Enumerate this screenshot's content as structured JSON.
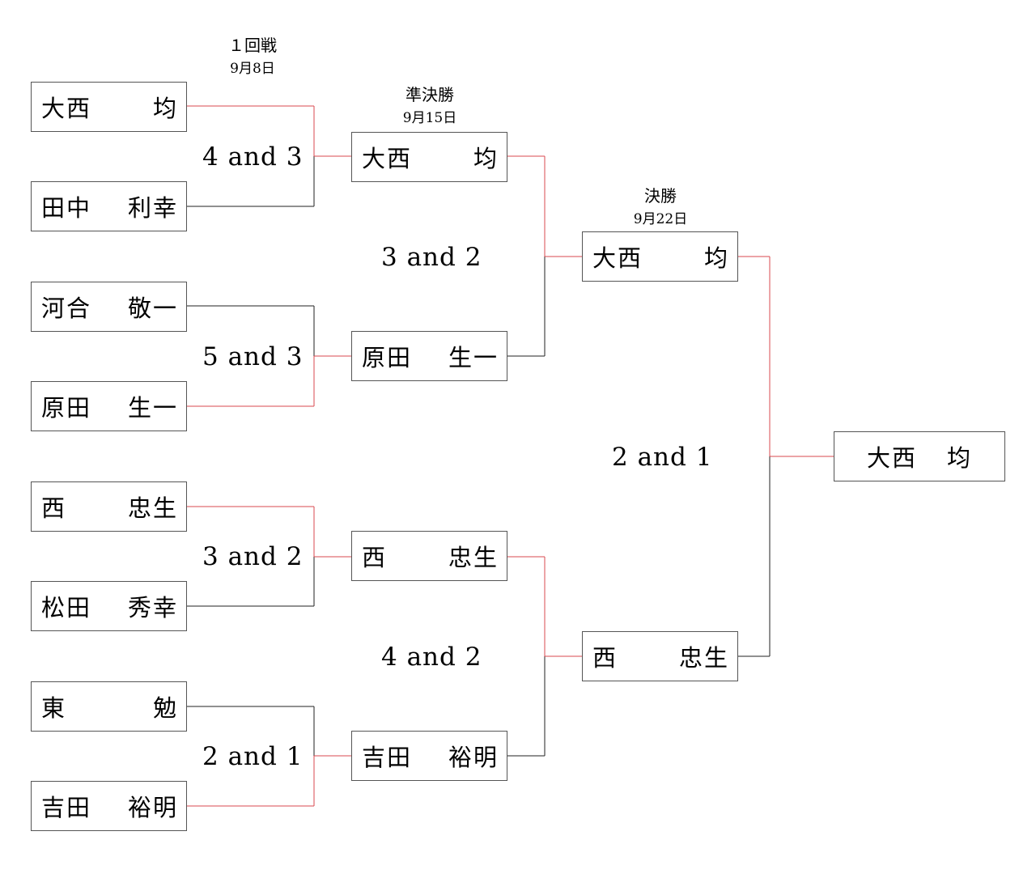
{
  "colors": {
    "winner_line": "#d9484f",
    "loser_line": "#222222",
    "box_border": "#555555"
  },
  "rounds": [
    {
      "name": "１回戦",
      "date": "9月8日"
    },
    {
      "name": "準決勝",
      "date": "9月15日"
    },
    {
      "name": "決勝",
      "date": "9月22日"
    }
  ],
  "round1": [
    {
      "family": "大西",
      "given": "均"
    },
    {
      "family": "田中",
      "given": "利幸"
    },
    {
      "family": "河合",
      "given": "敬一"
    },
    {
      "family": "原田",
      "given": "生一"
    },
    {
      "family": "西",
      "given": "忠生"
    },
    {
      "family": "松田",
      "given": "秀幸"
    },
    {
      "family": "東",
      "given": "勉"
    },
    {
      "family": "吉田",
      "given": "裕明"
    }
  ],
  "round1_scores": [
    "4 and 3",
    "5 and 3",
    "3 and 2",
    "2 and 1"
  ],
  "semifinal": [
    {
      "family": "大西",
      "given": "均"
    },
    {
      "family": "原田",
      "given": "生一"
    },
    {
      "family": "西",
      "given": "忠生"
    },
    {
      "family": "吉田",
      "given": "裕明"
    }
  ],
  "semifinal_scores": [
    "3 and 2",
    "4 and 2"
  ],
  "final": [
    {
      "family": "大西",
      "given": "均"
    },
    {
      "family": "西",
      "given": "忠生"
    }
  ],
  "final_score": "2 and 1",
  "champion": {
    "family": "大西",
    "given": "均"
  }
}
